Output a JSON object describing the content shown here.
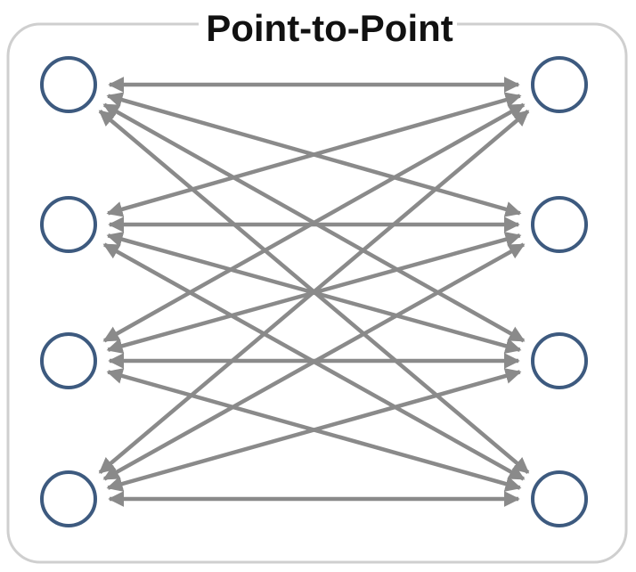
{
  "title": "Point-to-Point",
  "colors": {
    "node_stroke": "#3d5a7f",
    "arrow": "#8a8a8a",
    "frame": "#cfcfcf",
    "title_text": "#111111"
  },
  "nodes": {
    "left": [
      "L1",
      "L2",
      "L3",
      "L4"
    ],
    "right": [
      "R1",
      "R2",
      "R3",
      "R4"
    ]
  },
  "links": [
    {
      "from": "L1",
      "to": "R1",
      "heads": "both"
    },
    {
      "from": "L1",
      "to": "R2",
      "heads": "both"
    },
    {
      "from": "L1",
      "to": "R3",
      "heads": "both"
    },
    {
      "from": "L1",
      "to": "R4",
      "heads": "both"
    },
    {
      "from": "L2",
      "to": "R1",
      "heads": "both"
    },
    {
      "from": "L2",
      "to": "R2",
      "heads": "both"
    },
    {
      "from": "L2",
      "to": "R3",
      "heads": "both"
    },
    {
      "from": "L2",
      "to": "R4",
      "heads": "both"
    },
    {
      "from": "L3",
      "to": "R1",
      "heads": "both"
    },
    {
      "from": "L3",
      "to": "R2",
      "heads": "both"
    },
    {
      "from": "L3",
      "to": "R3",
      "heads": "both"
    },
    {
      "from": "L3",
      "to": "R4",
      "heads": "both"
    },
    {
      "from": "L4",
      "to": "R1",
      "heads": "both"
    },
    {
      "from": "L4",
      "to": "R2",
      "heads": "both"
    },
    {
      "from": "L4",
      "to": "R3",
      "heads": "both"
    },
    {
      "from": "L4",
      "to": "R4",
      "heads": "both"
    }
  ]
}
